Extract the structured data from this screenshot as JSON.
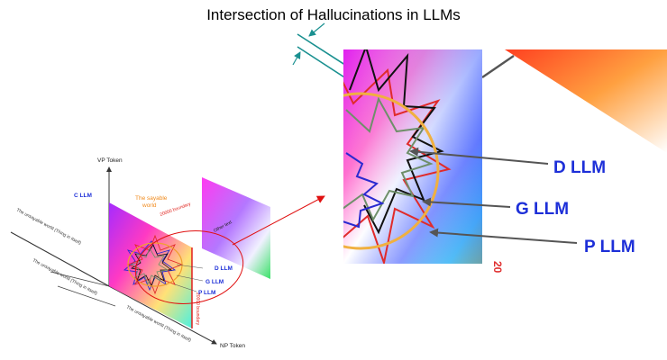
{
  "title": "Intersection of Hallucinations in LLMs",
  "axes": {
    "vertical": "VP Token",
    "horizontal": "NP Token"
  },
  "side_labels": [
    "The unsayable world (Thing in itself)",
    "The unsayable world (Thing in itself)",
    "The unsayable world (Thing in itself)"
  ],
  "sayable_world": "The sayable world",
  "boundary_label": "20000 boundary",
  "boundary_label_vertical": "20000 boundary",
  "inner_plane_label": "Other text",
  "small_llm_labels": [
    "C LLM",
    "D LLM",
    "G LLM",
    "P LLM"
  ],
  "zoom_llm_labels": [
    "D LLM",
    "G LLM",
    "P LLM"
  ],
  "zoom_edge_text": "20",
  "colors": {
    "d_llm": "#111111",
    "g_llm": "#6f8f6a",
    "p_llm": "#e02b2b",
    "c_llm": "#2a2ad0",
    "label_blue": "#1d2fd8",
    "orange": "#f0a030",
    "teal": "#1a9090",
    "red_arrow": "#e01010"
  }
}
